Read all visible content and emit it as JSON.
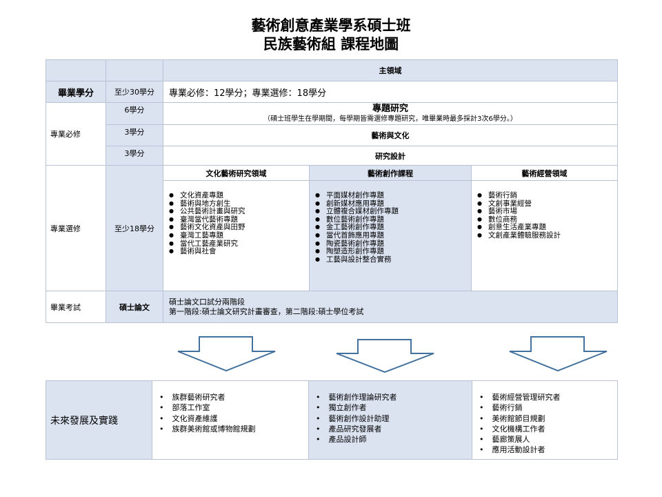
{
  "title": {
    "line1": "藝術創意產業學系碩士班",
    "line2": "民族藝術組  課程地圖"
  },
  "table": {
    "header": "主領域",
    "grad_credits_label": "畢業學分",
    "grad_credits_min": "至少30學分",
    "grad_credits_desc": "專業必修：12學分；專業選修：18學分",
    "required_label": "專業必修",
    "required": [
      {
        "credits": "6學分",
        "title": "專題研究",
        "note": "（碩士班學生在學期間，每學期皆需選修專題研究，唯畢業時最多採計3次6學分。）"
      },
      {
        "credits": "3學分",
        "title": "藝術與文化"
      },
      {
        "credits": "3學分",
        "title": "研究設計"
      }
    ],
    "elective_label": "專業選修",
    "elective_min": "至少18學分",
    "domains": [
      {
        "name": "文化藝術研究領域",
        "courses": [
          "文化資產專題",
          "藝術與地方創生",
          "公共藝術計畫與研究",
          "臺灣當代藝術專題",
          "藝術文化資產與田野",
          "臺灣工藝專題",
          "當代工藝產業研究",
          "藝術與社會"
        ]
      },
      {
        "name": "藝術創作課程",
        "courses": [
          "平面媒材創作專題",
          "創新媒材應用專題",
          "立體複合媒材創作專題",
          "數位藝術創作專題",
          "金工藝術創作專題",
          "當代首飾應用專題",
          "陶瓷藝術創作專題",
          "陶塑造形創作專題",
          "工藝與設計整合實務"
        ]
      },
      {
        "name": "藝術經營領域",
        "courses": [
          "藝術行銷",
          "文創事業經營",
          "藝術市場",
          "數位商務",
          "創意生活產業專題",
          "文創產業體驗服務設計"
        ]
      }
    ],
    "exam_label": "畢業考試",
    "exam_type": "碩士論文",
    "exam_desc_1": "碩士論文口試分兩階段",
    "exam_desc_2": "第一階段:碩士論文研究計畫審查，第二階段:碩士學位考試"
  },
  "future": {
    "label": "未來發展及實踐",
    "columns": [
      [
        "族群藝術研究者",
        "部落工作室",
        "文化資產維護",
        "族群美術館或博物館規劃"
      ],
      [
        "藝術創作理論研究者",
        "獨立創作者",
        "藝術創作設計助理",
        "產品研究發展者",
        "產品設計師"
      ],
      [
        "藝術經營管理研究者",
        "藝術行銷",
        "美術館節目規劃",
        "文化機構工作者",
        "藝廊策展人",
        "應用活動設計者"
      ]
    ]
  },
  "colors": {
    "light_blue": "#dbe3f1",
    "border": "#b7c3d4",
    "arrow_outline": "#41719c"
  },
  "icons": [
    "down-arrow-icon",
    "down-arrow-icon",
    "down-arrow-icon"
  ]
}
